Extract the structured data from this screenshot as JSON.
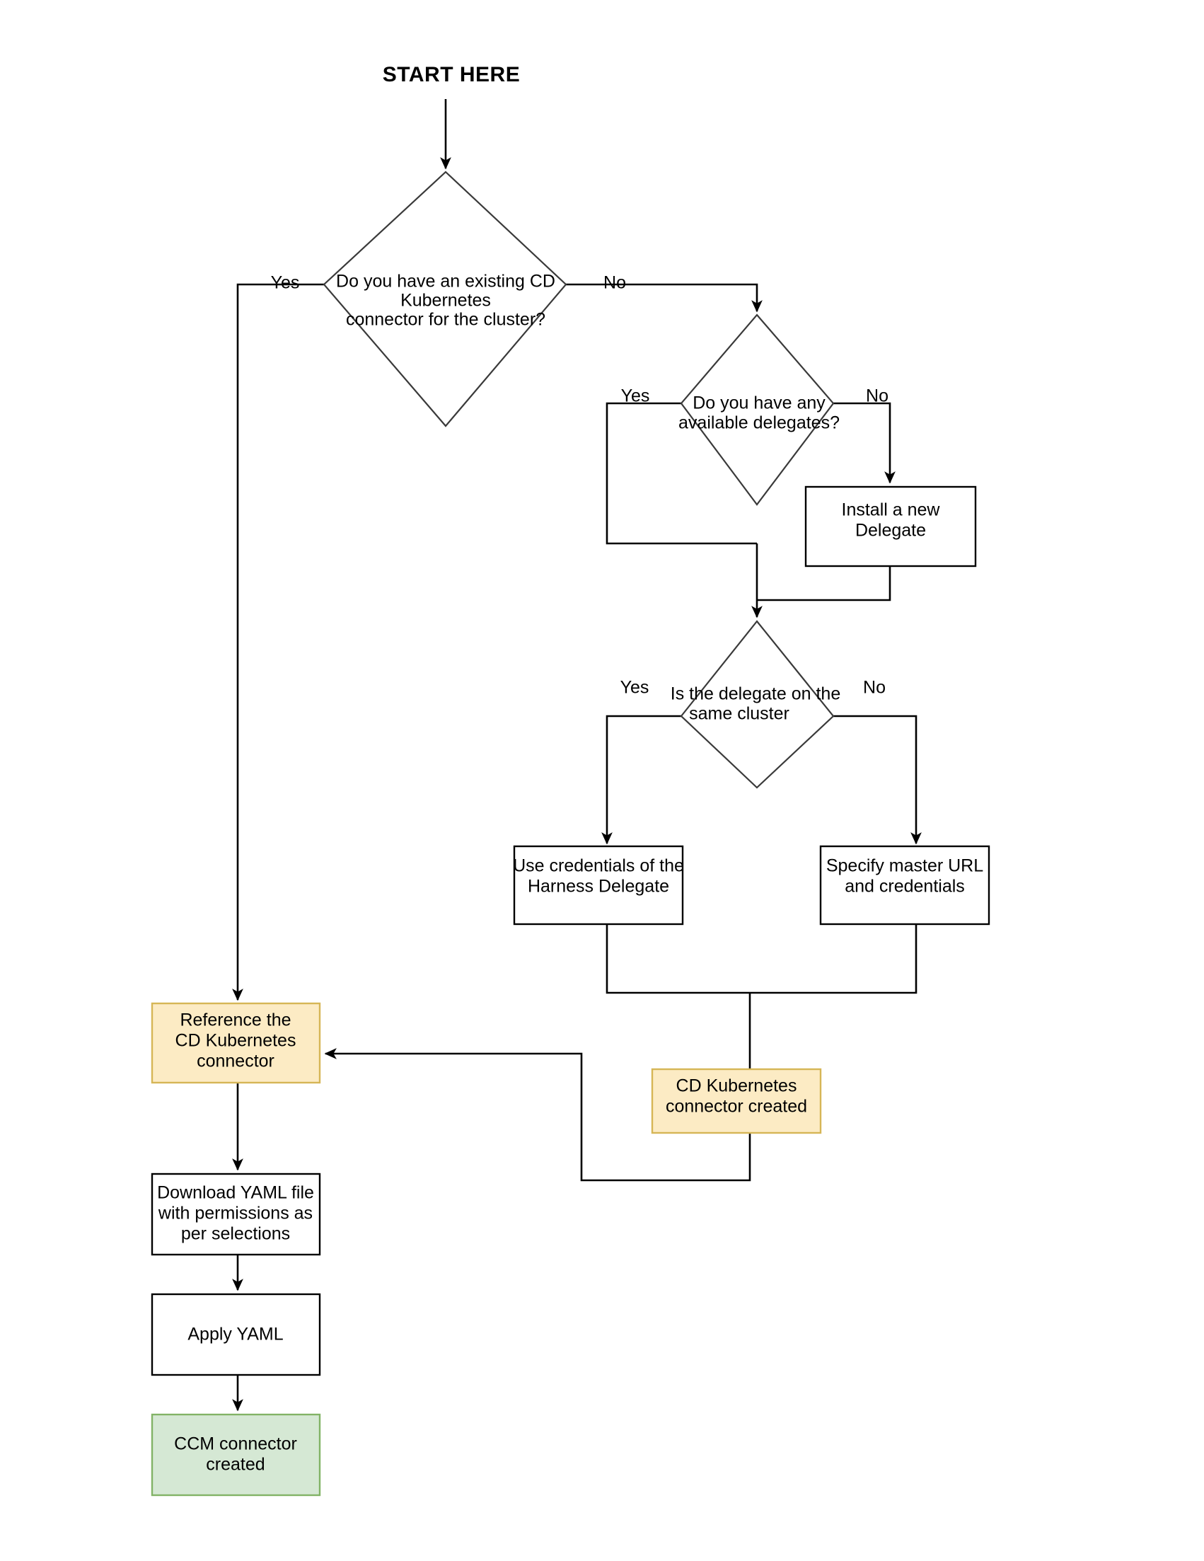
{
  "diagram": {
    "title_text": "START HERE",
    "colors": {
      "line": "#000000",
      "diamond_stroke": "#3a3a3a",
      "orange_fill": "#fcebc4",
      "orange_stroke": "#d6b656",
      "green_fill": "#d5e8d4",
      "green_stroke": "#82b366",
      "box_fill": "#ffffff",
      "box_stroke": "#000000",
      "text": "#000000"
    },
    "nodes": {
      "start": {
        "label": "START HERE"
      },
      "decision_existing_connector": {
        "line1": "Do you have an existing CD",
        "line2": "Kubernetes",
        "line3": "connector for the cluster?"
      },
      "decision_available_delegates": {
        "line1": "Do you have any",
        "line2": "available delegates?"
      },
      "install_delegate": {
        "line1": "Install a new",
        "line2": "Delegate"
      },
      "decision_same_cluster": {
        "line1": "Is the delegate on the",
        "line2": "same cluster"
      },
      "use_delegate_credentials": {
        "line1": "Use credentials of the",
        "line2": "Harness Delegate"
      },
      "specify_master_url": {
        "line1": "Specify master URL",
        "line2": "and credentials"
      },
      "reference_connector": {
        "line1": "Reference the",
        "line2": "CD Kubernetes",
        "line3": "connector"
      },
      "cd_connector_created": {
        "line1": "CD Kubernetes",
        "line2": "connector created"
      },
      "download_yaml": {
        "line1": "Download YAML file",
        "line2": "with permissions as",
        "line3": "per selections"
      },
      "apply_yaml": {
        "line1": "Apply YAML"
      },
      "ccm_connector_created": {
        "line1": "CCM connector",
        "line2": "created"
      }
    },
    "edge_labels": {
      "existing_yes": "Yes",
      "existing_no": "No",
      "delegates_yes": "Yes",
      "delegates_no": "No",
      "same_cluster_yes": "Yes",
      "same_cluster_no": "No"
    }
  }
}
